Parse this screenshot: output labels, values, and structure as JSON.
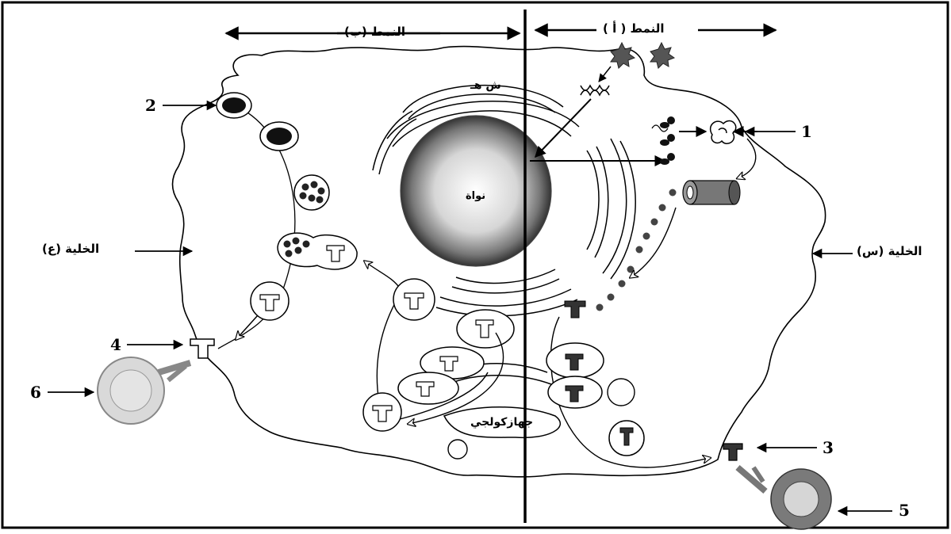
{
  "header": {
    "pattern_a": "النمط ( أ )",
    "pattern_b": "النمط (ب)"
  },
  "cells": {
    "cell_s": "الخلية (س)",
    "cell_e": "الخلية (ع)"
  },
  "organelles": {
    "nucleus": "نواة",
    "er": "ش هـ",
    "golgi": "جهازكولجي"
  },
  "callouts": {
    "n1": "1",
    "n2": "2",
    "n3": "3",
    "n4": "4",
    "n5": "5",
    "n6": "6"
  }
}
